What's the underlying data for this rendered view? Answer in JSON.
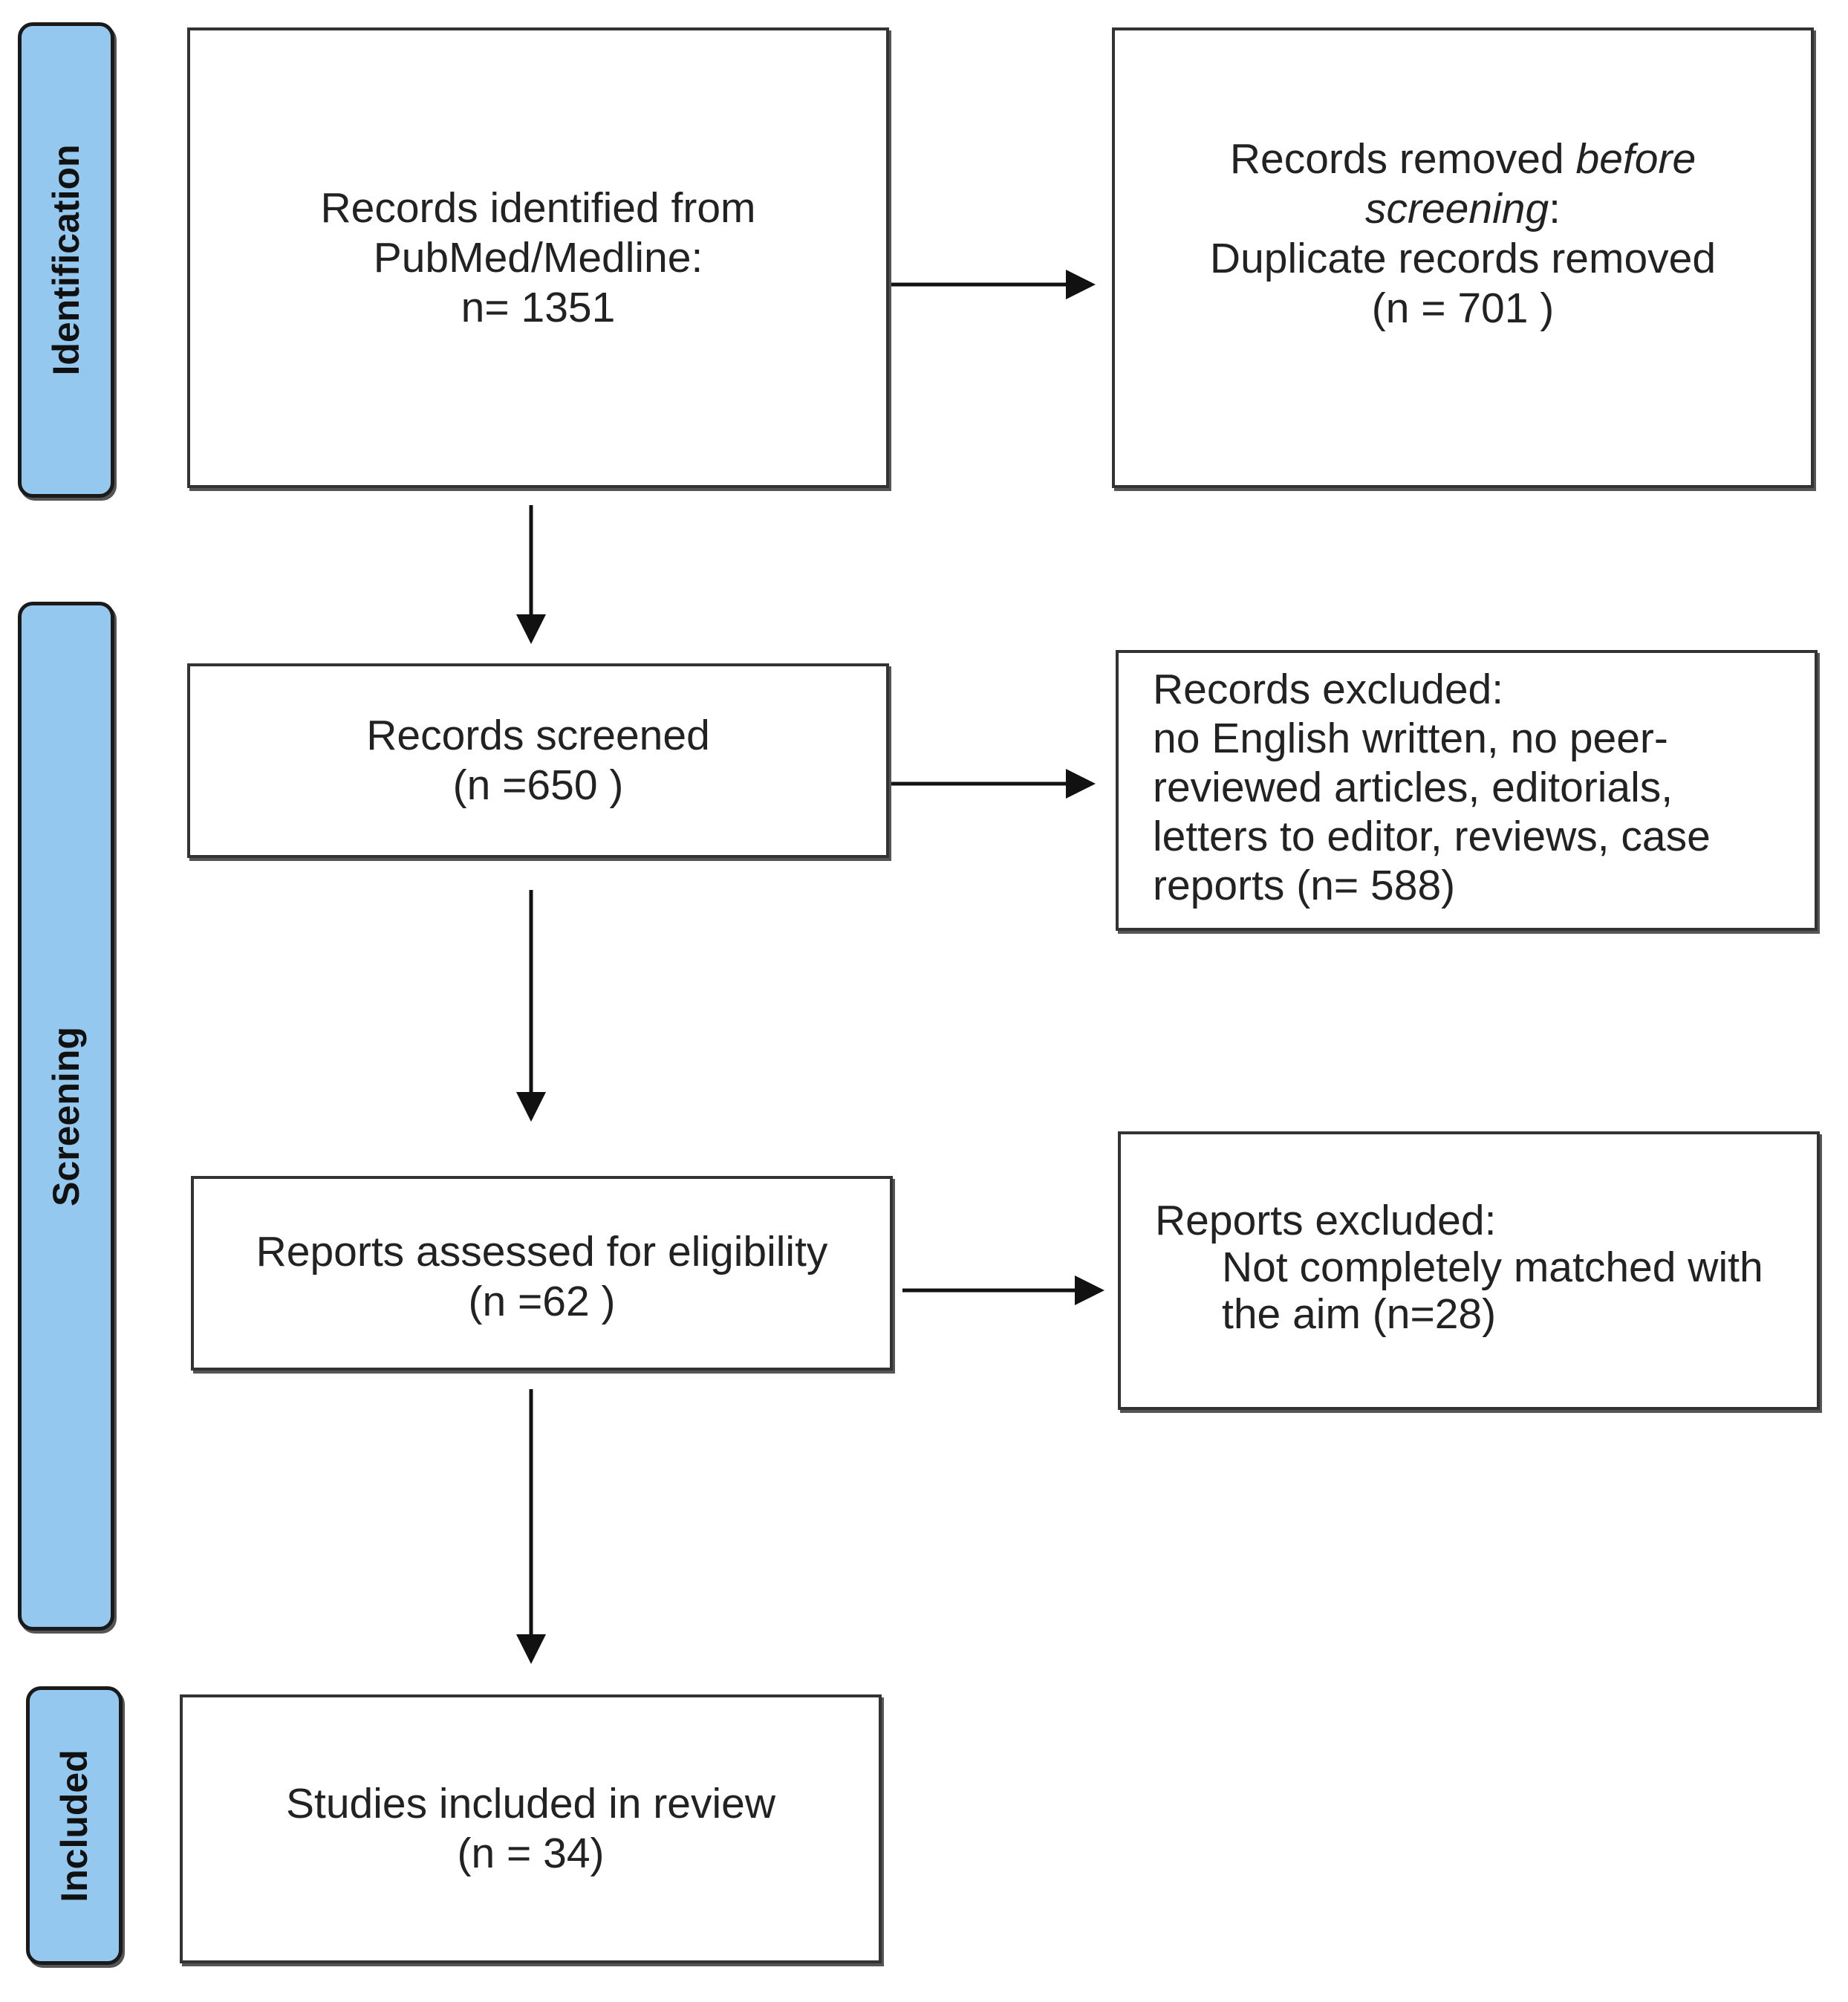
{
  "phases": {
    "identification": "Identification",
    "screening": "Screening",
    "included": "Included"
  },
  "boxes": {
    "identified": {
      "line1": "Records identified from",
      "line2": "PubMed/Medline:",
      "line3": "n= 1351"
    },
    "removed": {
      "line1_plain": "Records removed ",
      "line1_italic": "before",
      "line2_italic": "screening",
      "line2_plain": ":",
      "line3": "Duplicate records removed",
      "line4": "(n = 701 )"
    },
    "screened": {
      "line1": "Records screened",
      "line2": "(n =650 )"
    },
    "records_excluded": {
      "heading": "Records excluded:",
      "lines": [
        "no English written, no peer-",
        "reviewed articles, editorials,",
        "letters to editor, reviews, case",
        "reports (n= 588)"
      ]
    },
    "assessed": {
      "line1": "Reports assessed for eligibility",
      "line2": "(n =62 )"
    },
    "reports_excluded": {
      "heading": "Reports excluded:",
      "lines": [
        "Not completely matched with",
        "the aim (n=28)"
      ]
    },
    "included": {
      "line1": "Studies included in review",
      "line2": "(n = 34)"
    }
  }
}
